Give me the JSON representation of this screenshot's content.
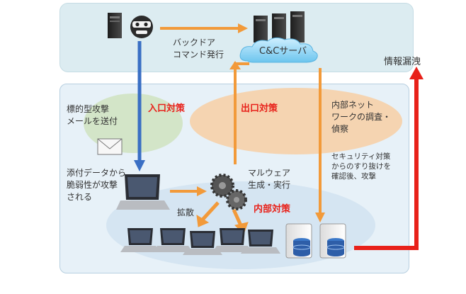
{
  "labels": {
    "backdoor": [
      "バックドア",
      "コマンド発行"
    ],
    "cnc": "C&Cサーバ",
    "leak": "情報漏洩",
    "entry": "入口対策",
    "exit": "出口対策",
    "internal": "内部対策",
    "targeted_mail": [
      "標的型攻撃",
      "メールを送付"
    ],
    "attachment": [
      "添付データから",
      "脆弱性が攻撃",
      "される"
    ],
    "malware": [
      "マルウェア",
      "生成・実行"
    ],
    "spread": "拡散",
    "recon": [
      "内部ネット",
      "ワークの調査・",
      "偵察"
    ],
    "bypass": [
      "セキュリティ対策",
      "からのすり抜けを",
      "確認後、攻撃"
    ]
  },
  "colors": {
    "orange_arrow": "#f29a3a",
    "blue_arrow": "#3a6fc4",
    "red_arrow": "#e8211a",
    "accent_red": "#e8211a"
  },
  "icons": [
    "attacker-icon",
    "server-icon",
    "cloud-icon",
    "mail-icon",
    "laptop-icon",
    "malware-icon",
    "database-server-icon"
  ]
}
